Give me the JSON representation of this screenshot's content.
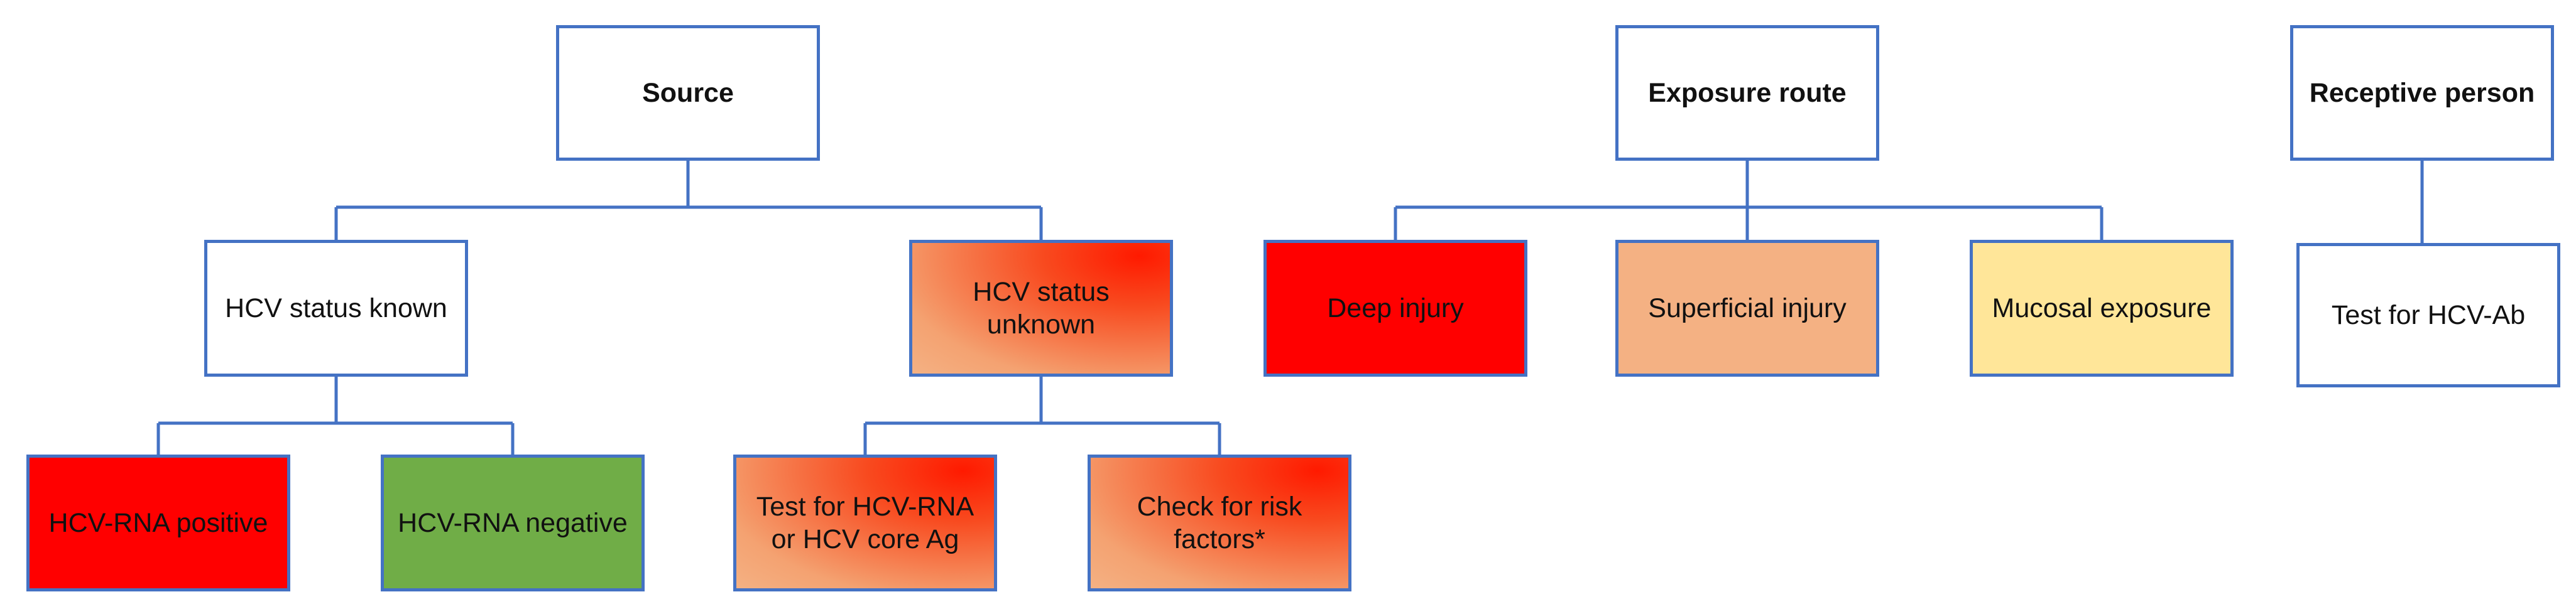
{
  "diagram": {
    "columns": [
      {
        "header": "Source",
        "children": [
          {
            "label": "HCV status known",
            "children": [
              "HCV-RNA positive",
              "HCV-RNA negative"
            ]
          },
          {
            "label": "HCV status unknown",
            "children": [
              "Test for HCV-RNA or HCV core Ag",
              "Check for risk factors*"
            ]
          }
        ]
      },
      {
        "header": "Exposure route",
        "children": [
          "Deep injury",
          "Superficial injury",
          "Mucosal exposure"
        ]
      },
      {
        "header": "Receptive person",
        "children": [
          "Test for HCV-Ab"
        ]
      }
    ],
    "colors": {
      "line": "#4472c4",
      "red": "#ff0000",
      "green": "#70ad47",
      "salmon": "#f4b183",
      "yellow": "#ffe699",
      "gradient_accent": "#ff1a00"
    }
  }
}
